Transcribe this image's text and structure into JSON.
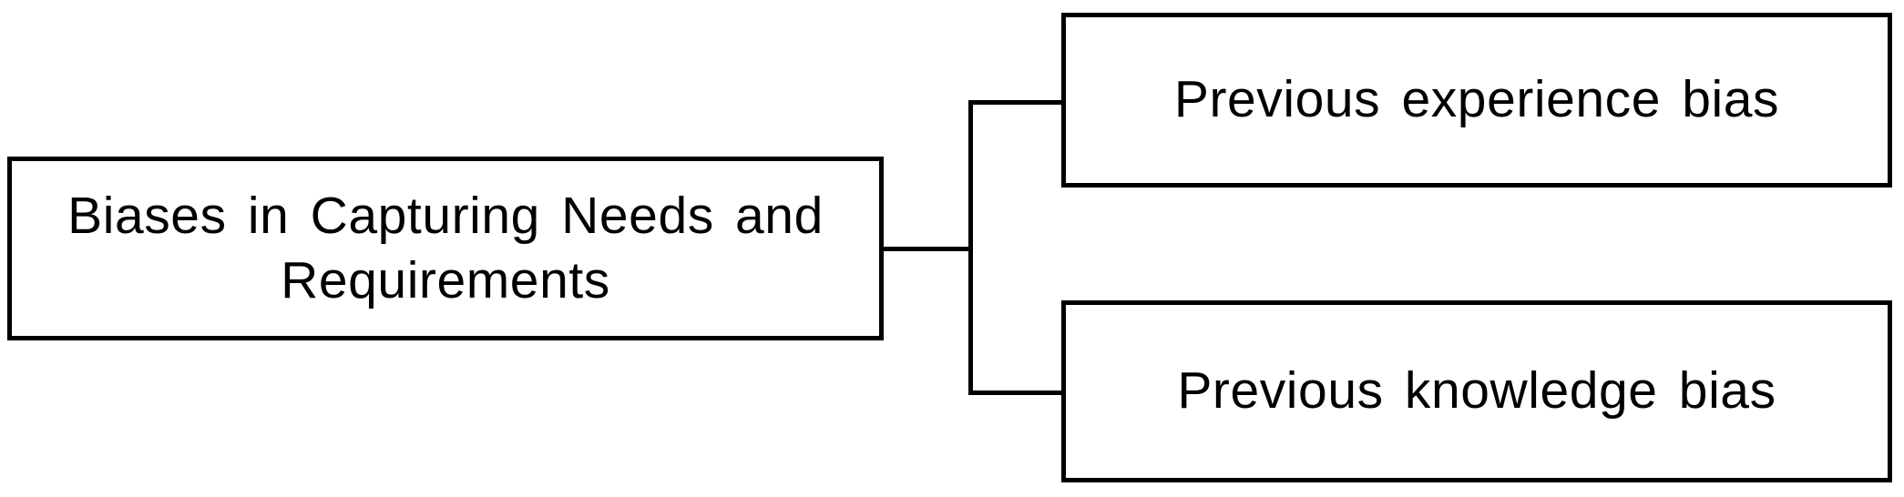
{
  "figure": {
    "type": "hierarchy-diagram",
    "root": {
      "label": "Biases in Capturing Needs and Requirements",
      "lines": [
        "Biases in Capturing Needs and",
        "Requirements"
      ]
    },
    "children": [
      {
        "label": "Previous experience bias"
      },
      {
        "label": "Previous knowledge bias"
      }
    ],
    "colors": {
      "background": "#ffffff",
      "box_border": "#000000",
      "box_fill": "#ffffff",
      "text": "#000000",
      "connector": "#000000"
    }
  }
}
